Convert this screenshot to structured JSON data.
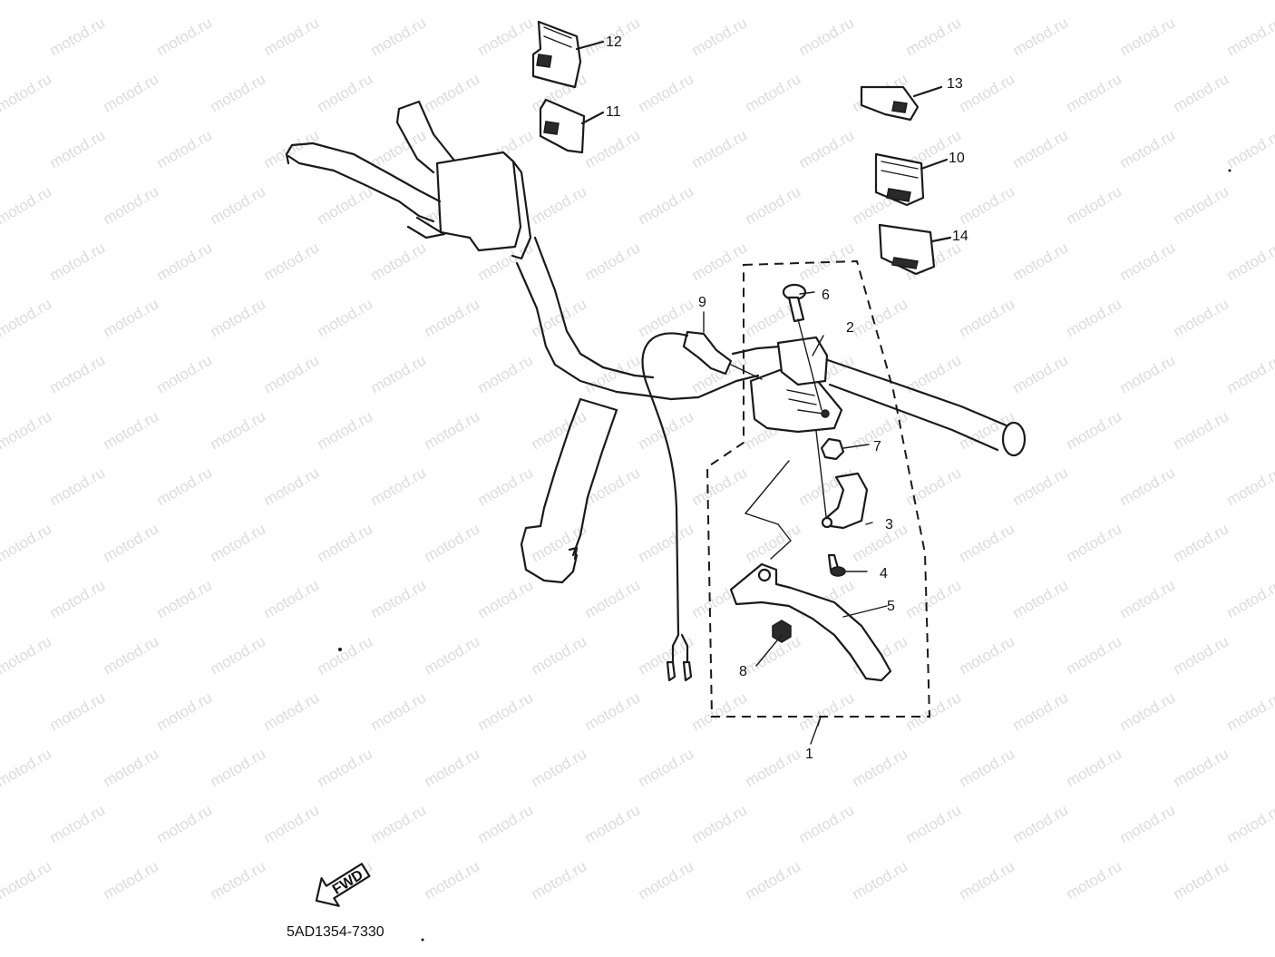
{
  "watermark": {
    "text": "motod.ru"
  },
  "callouts": [
    {
      "id": "1",
      "label": "1"
    },
    {
      "id": "2",
      "label": "2"
    },
    {
      "id": "3",
      "label": "3"
    },
    {
      "id": "4",
      "label": "4"
    },
    {
      "id": "5",
      "label": "5"
    },
    {
      "id": "6",
      "label": "6"
    },
    {
      "id": "7",
      "label": "7"
    },
    {
      "id": "8",
      "label": "8"
    },
    {
      "id": "9",
      "label": "9"
    },
    {
      "id": "10",
      "label": "10"
    },
    {
      "id": "11",
      "label": "11"
    },
    {
      "id": "12",
      "label": "12"
    },
    {
      "id": "13",
      "label": "13"
    },
    {
      "id": "14",
      "label": "14"
    }
  ],
  "fwd_arrow": {
    "label": "FWD"
  },
  "diagram_code": "5AD1354-7330",
  "colors": {
    "ink": "#1a1a1a",
    "watermark": "#dcdcdc",
    "background": "#ffffff"
  }
}
